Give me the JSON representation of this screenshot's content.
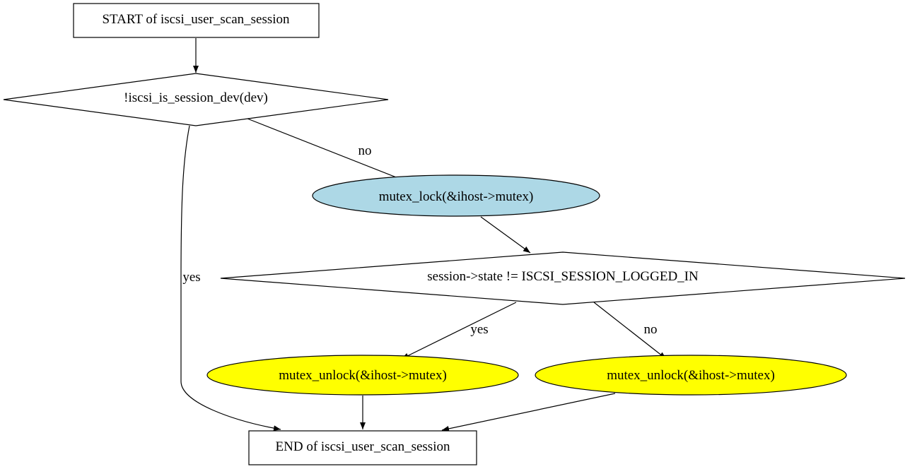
{
  "diagram": {
    "colors": {
      "background": "#ffffff",
      "stroke": "#000000",
      "lock_fill": "#add8e6",
      "unlock_fill": "#ffff00",
      "default_fill": "#ffffff"
    },
    "nodes": {
      "start": {
        "label": "START of iscsi_user_scan_session",
        "shape": "box"
      },
      "cond1": {
        "label": "!iscsi_is_session_dev(dev)",
        "shape": "diamond"
      },
      "lock": {
        "label": "mutex_lock(&ihost->mutex)",
        "shape": "ellipse"
      },
      "cond2": {
        "label": "session->state != ISCSI_SESSION_LOGGED_IN",
        "shape": "diamond"
      },
      "unlock_yes": {
        "label": "mutex_unlock(&ihost->mutex)",
        "shape": "ellipse"
      },
      "unlock_no": {
        "label": "mutex_unlock(&ihost->mutex)",
        "shape": "ellipse"
      },
      "end": {
        "label": "END of iscsi_user_scan_session",
        "shape": "box"
      }
    },
    "edges": [
      {
        "from": "start",
        "to": "cond1",
        "label": ""
      },
      {
        "from": "cond1",
        "to": "lock",
        "label": "no"
      },
      {
        "from": "cond1",
        "to": "end",
        "label": "yes"
      },
      {
        "from": "lock",
        "to": "cond2",
        "label": ""
      },
      {
        "from": "cond2",
        "to": "unlock_yes",
        "label": "yes"
      },
      {
        "from": "cond2",
        "to": "unlock_no",
        "label": "no"
      },
      {
        "from": "unlock_yes",
        "to": "end",
        "label": ""
      },
      {
        "from": "unlock_no",
        "to": "end",
        "label": ""
      }
    ]
  }
}
